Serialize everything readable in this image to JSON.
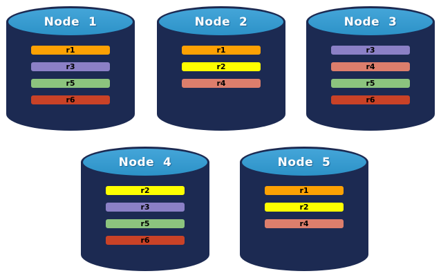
{
  "background": "#ffffff",
  "colors": {
    "cylinder_body": "#1C2A52",
    "cylinder_top": "#2F9BD4",
    "r1": "#FCA104",
    "r2": "#FEFF00",
    "r3": "#8B80C6",
    "r4": "#DC7E6C",
    "r5": "#8CC47E",
    "r6": "#C94227"
  },
  "nodes": [
    {
      "title": "Node  1",
      "rows": [
        {
          "id": "r1",
          "label": "r1"
        },
        {
          "id": "r3",
          "label": "r3"
        },
        {
          "id": "r5",
          "label": "r5"
        },
        {
          "id": "r6",
          "label": "r6"
        }
      ]
    },
    {
      "title": "Node  2",
      "rows": [
        {
          "id": "r1",
          "label": "r1"
        },
        {
          "id": "r2",
          "label": "r2"
        },
        {
          "id": "r4",
          "label": "r4"
        }
      ]
    },
    {
      "title": "Node  3",
      "rows": [
        {
          "id": "r3",
          "label": "r3"
        },
        {
          "id": "r4",
          "label": "r4"
        },
        {
          "id": "r5",
          "label": "r5"
        },
        {
          "id": "r6",
          "label": "r6"
        }
      ]
    },
    {
      "title": "Node  4",
      "rows": [
        {
          "id": "r2",
          "label": "r2"
        },
        {
          "id": "r3",
          "label": "r3"
        },
        {
          "id": "r5",
          "label": "r5"
        },
        {
          "id": "r6",
          "label": "r6"
        }
      ]
    },
    {
      "title": "Node  5",
      "rows": [
        {
          "id": "r1",
          "label": "r1"
        },
        {
          "id": "r2",
          "label": "r2"
        },
        {
          "id": "r4",
          "label": "r4"
        }
      ]
    }
  ]
}
